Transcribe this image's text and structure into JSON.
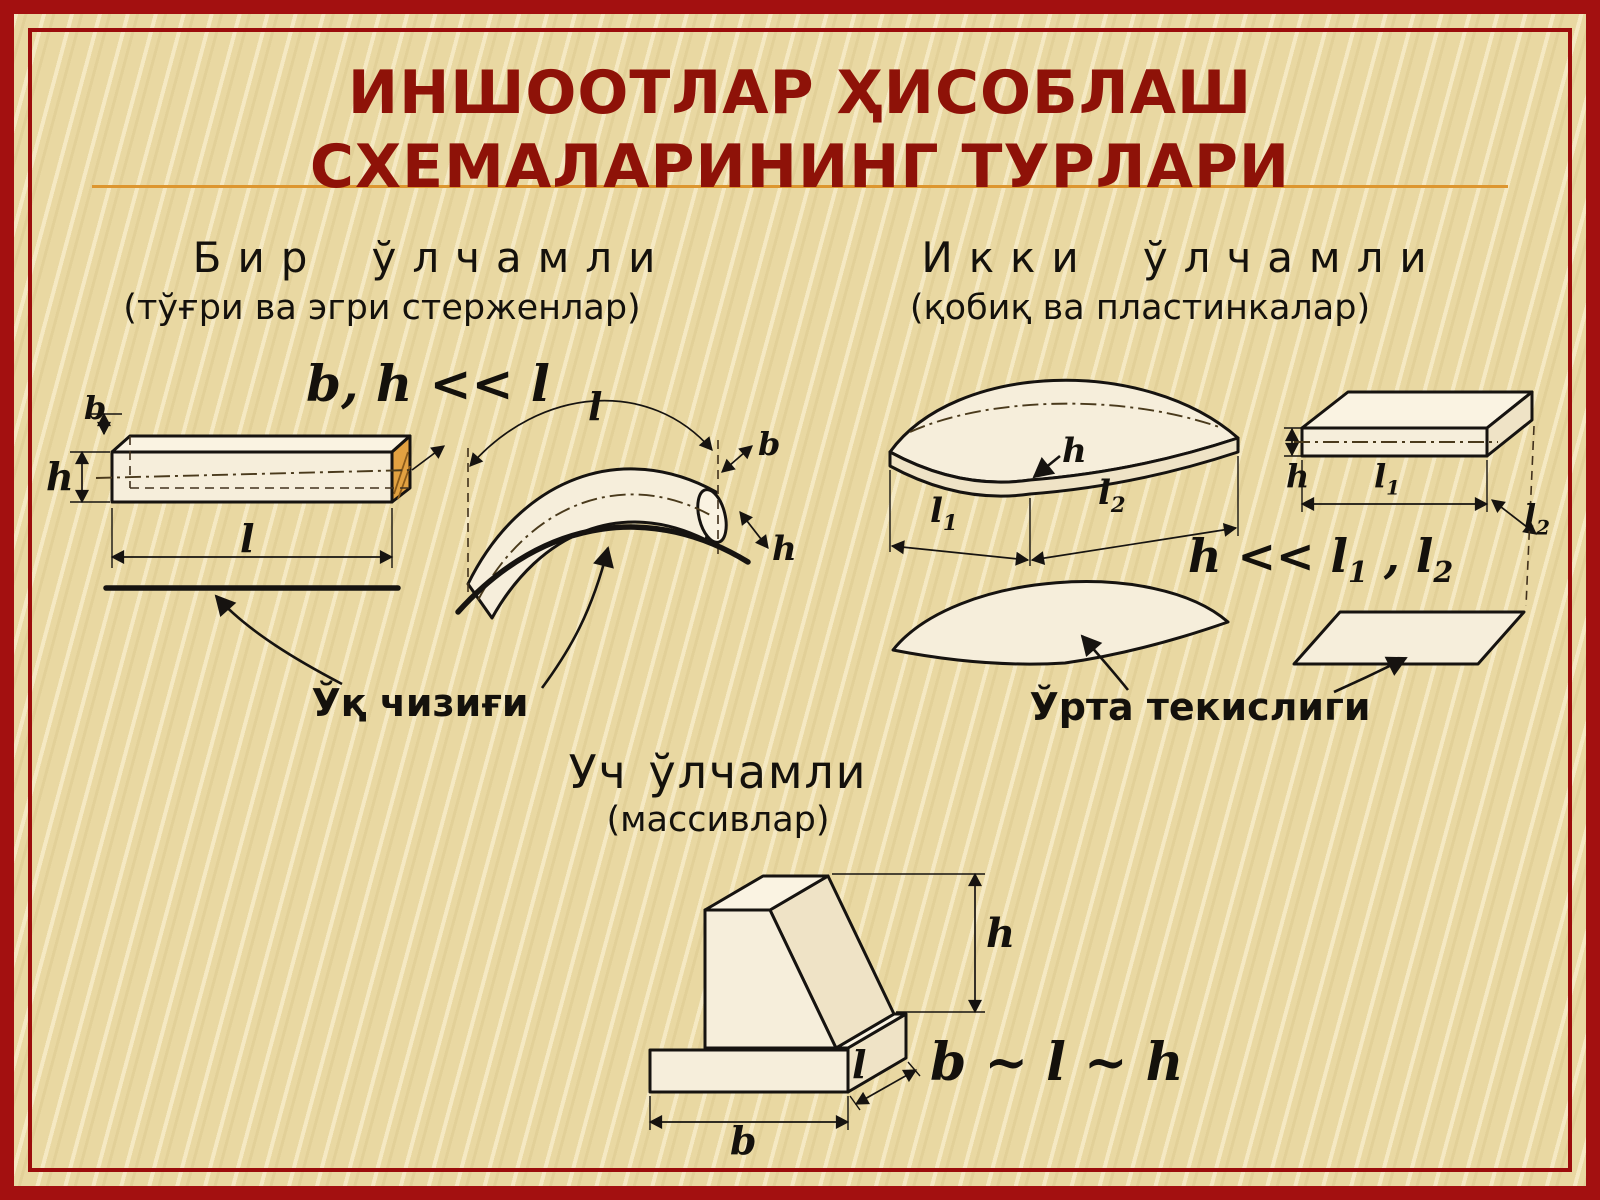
{
  "title": {
    "line1": "ИНШООТЛАР ҲИСОБЛАШ",
    "line2": "СХЕМАЛАРИНИНГ ТУРЛАРИ"
  },
  "one_dim": {
    "heading": "Бир ўлчамли",
    "subheading": "(тўғри ва эгри стерженлар)",
    "condition": "b, h << l",
    "axis_label": "Ўқ чизиғи"
  },
  "two_dim": {
    "heading": "Икки ўлчамли",
    "subheading": "(қобиқ ва пластинкалар)",
    "condition_prefix": "h << l",
    "condition_sub1": "1",
    "condition_mid": " , l",
    "condition_sub2": "2",
    "plane_label": "Ўрта текислиги"
  },
  "three_dim": {
    "heading": "Уч ўлчамли",
    "subheading": "(массивлар)",
    "condition": "b ~ l ~ h"
  },
  "dims": {
    "b": "b",
    "h": "h",
    "l": "l",
    "sub1": "1",
    "sub2": "2"
  },
  "colors": {
    "frame_red": "#9c0c0c",
    "outer_red": "#a31010",
    "title_red": "#8e1208",
    "background_beige": "#e9d8a2",
    "underline_orange": "#dd962f",
    "shape_fill": "#f6eedb",
    "section_orange": "#e2a141"
  }
}
